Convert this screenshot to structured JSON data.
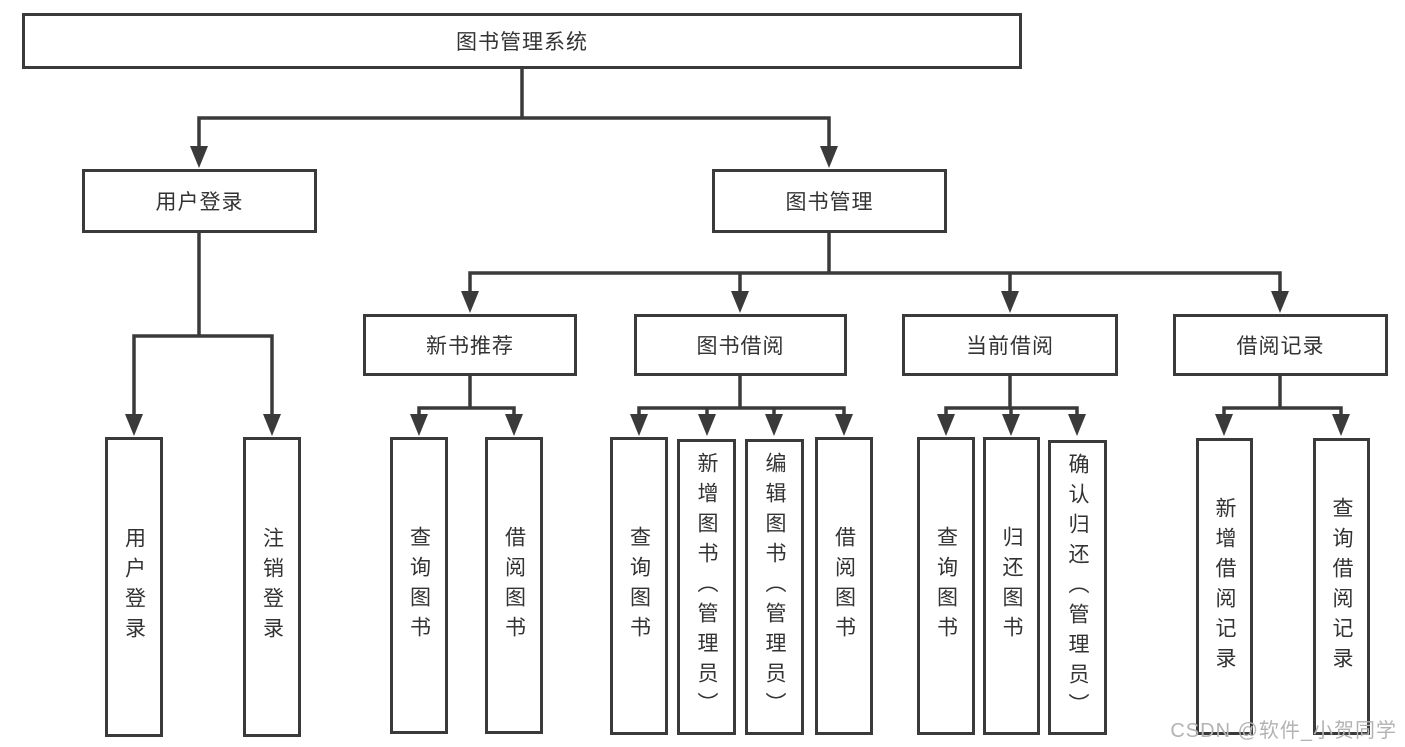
{
  "diagram": {
    "nodes": {
      "root": "图书管理系统",
      "user_login_group": "用户登录",
      "book_management_group": "图书管理",
      "leaf_user_login": "用户登录",
      "leaf_logout": "注销登录",
      "new_book_recommend": "新书推荐",
      "book_borrowing": "图书借阅",
      "current_borrowing": "当前借阅",
      "borrowing_records": "借阅记录",
      "nb_query_books": "查询图书",
      "nb_borrow_books": "借阅图书",
      "bb_query_books": "查询图书",
      "bb_add_books_admin": "新增图书（管理员）",
      "bb_edit_books_admin": "编辑图书（管理员）",
      "bb_borrow_books": "借阅图书",
      "cb_query_books": "查询图书",
      "cb_return_books": "归还图书",
      "cb_confirm_return_admin": "确认归还（管理员）",
      "br_add_record": "新增借阅记录",
      "br_query_record": "查询借阅记录"
    },
    "colors": {
      "line": "#3a3a3a",
      "box_border": "#3a3a3a",
      "text": "#333333",
      "background": "#ffffff",
      "watermark": "#b3b3b3"
    }
  },
  "watermark": {
    "text": "CSDN @软件_小贺同学"
  }
}
